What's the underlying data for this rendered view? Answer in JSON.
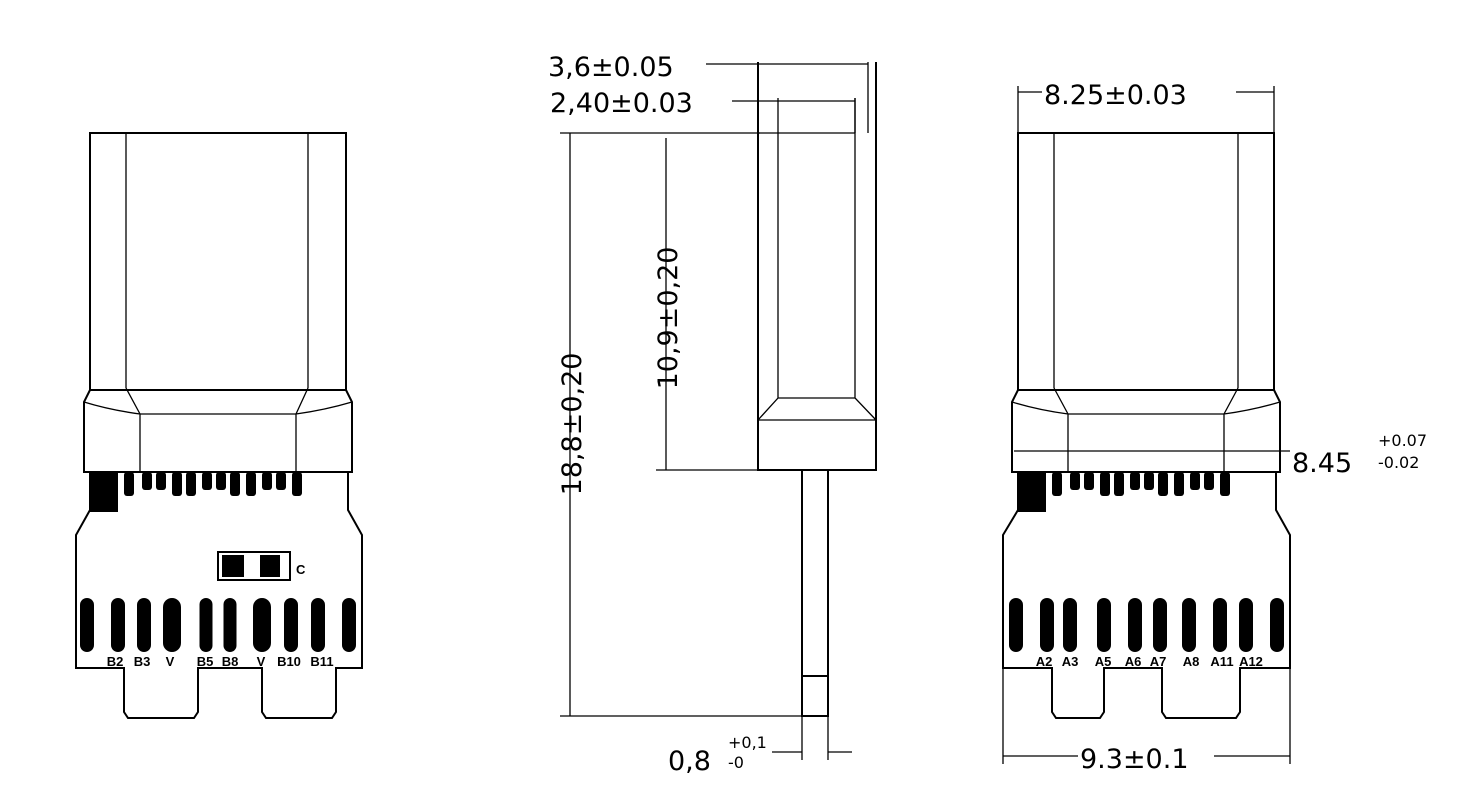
{
  "dimensions": {
    "width_top": "3,6±0.05",
    "width_inner": "2,40±0.03",
    "overall_length": "18,8±0,20",
    "body_length": "10,9±0,20",
    "thickness_base": "0,8",
    "thickness_plus": "+0,1",
    "thickness_minus": "-0",
    "shell_width": "8.25±0.03",
    "collar_width_base": "8.45",
    "collar_width_plus": "+0.07",
    "collar_width_minus": "-0.02",
    "pcb_width": "9.3±0.1"
  },
  "left_view": {
    "pin_labels": [
      "B2",
      "B3",
      "V",
      "B5",
      "B8",
      "V",
      "B10",
      "B11"
    ],
    "component_label": "C"
  },
  "right_view": {
    "pin_labels": [
      "A2",
      "A3",
      "A5",
      "A6",
      "A7",
      "A8",
      "A11",
      "A12"
    ]
  }
}
